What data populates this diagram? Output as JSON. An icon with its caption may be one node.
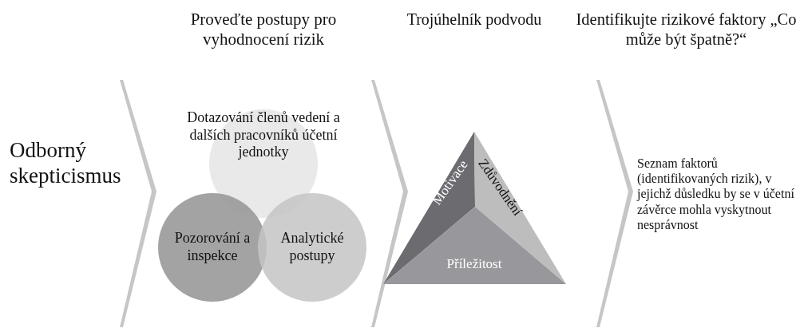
{
  "diagram": {
    "nodes": [
      {
        "text": [
          "Odborný skepticismus"
        ]
      },
      {
        "text": [
          "Proveďte postupy pro vyhodnocení rizik"
        ]
      },
      {
        "text": [
          "Dotazování členů vedení a dalších pracovníků účetní jednotky"
        ],
        "in": 1
      },
      {
        "text": [
          "Pozorování a inspekce"
        ],
        "in": 1
      },
      {
        "text": [
          "Analytické postupy"
        ],
        "in": 1
      },
      {
        "text": [
          "Trojúhelník podvodu"
        ]
      },
      {
        "text": [
          "Motivace"
        ],
        "in": 5
      },
      {
        "text": [
          "Zdůvodnění"
        ],
        "in": 5
      },
      {
        "text": [
          "Příležitost"
        ],
        "in": 5
      },
      {
        "text": [
          "Identifikujte rizikové faktory „Co může být špatně?“",
          "Seznam faktorů (identifikovaných rizik), v jejichž důsledku by se v účetní závěrce mohla vyskytnout nesprávnost"
        ]
      }
    ],
    "edges": [
      {
        "from": 0,
        "to": 1,
        "arrow": "to"
      },
      {
        "from": 1,
        "to": 5,
        "arrow": "to"
      },
      {
        "from": 5,
        "to": 9,
        "arrow": "to"
      }
    ]
  }
}
